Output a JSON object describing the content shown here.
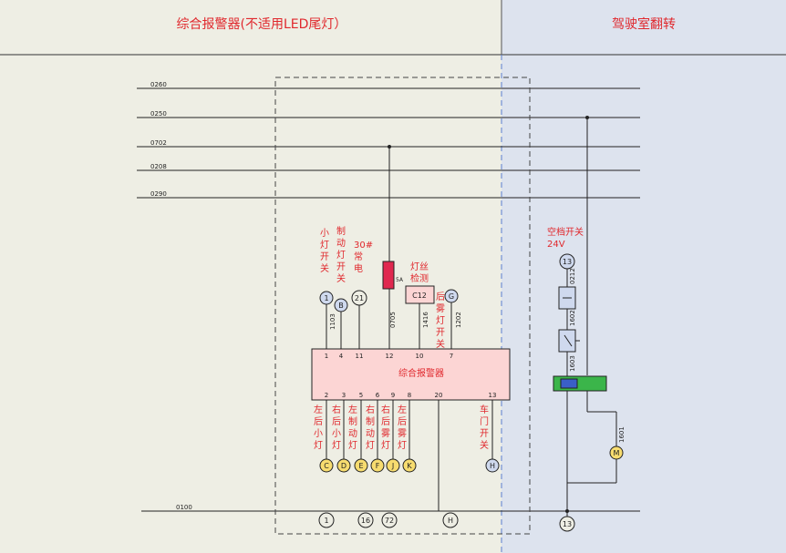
{
  "sections": {
    "left_title": "综合报警器(不适用LED尾灯）",
    "right_title": "驾驶室翻转"
  },
  "colors": {
    "left_bg": "#eeeee4",
    "right_bg": "#dde3ee",
    "title_red": "#e0282d",
    "module_fill": "#fcd5d4",
    "connector_blue": "#cfd9ee",
    "connector_yellow": "#f7dc6f",
    "fuse_red": "#e0284f",
    "relay_green": "#3bb54a"
  },
  "buses": [
    "0260",
    "0250",
    "0702",
    "0208",
    "0290",
    "0100"
  ],
  "module": {
    "label": "综合报警器",
    "top_pins": [
      "1",
      "4",
      "11",
      "12",
      "10",
      "7"
    ],
    "bottom_pins": [
      "2",
      "3",
      "5",
      "6",
      "9",
      "8",
      "20",
      "13"
    ]
  },
  "fuse": {
    "rating": "5A"
  },
  "top_labels": {
    "small_light_switch": "小灯开关",
    "brake_light_switch": "制动灯开关",
    "always_power": "30#常电",
    "filament_detect": "灯丝检测",
    "rear_fog_switch": "后雾灯开关"
  },
  "top_wires": [
    "1103",
    "0705",
    "1416",
    "1202"
  ],
  "top_connectors": {
    "c1": "1",
    "c2": "B",
    "c3": "21",
    "c4": "C12",
    "c5": "G"
  },
  "bottom_labels": [
    "左后小灯",
    "右后小灯",
    "左制动灯",
    "右制动灯",
    "右后雾灯",
    "左后雾灯",
    "车门开关"
  ],
  "bottom_connectors": [
    "C",
    "D",
    "E",
    "F",
    "J",
    "K",
    "H"
  ],
  "ground_connectors": [
    "1",
    "16",
    "72",
    "H"
  ],
  "right": {
    "switch_label": "空档开关",
    "voltage": "24V",
    "connector_top": "13",
    "connector_bottom": "13",
    "wires": [
      "0212",
      "1602",
      "1603",
      "1601"
    ],
    "motor": "M"
  }
}
